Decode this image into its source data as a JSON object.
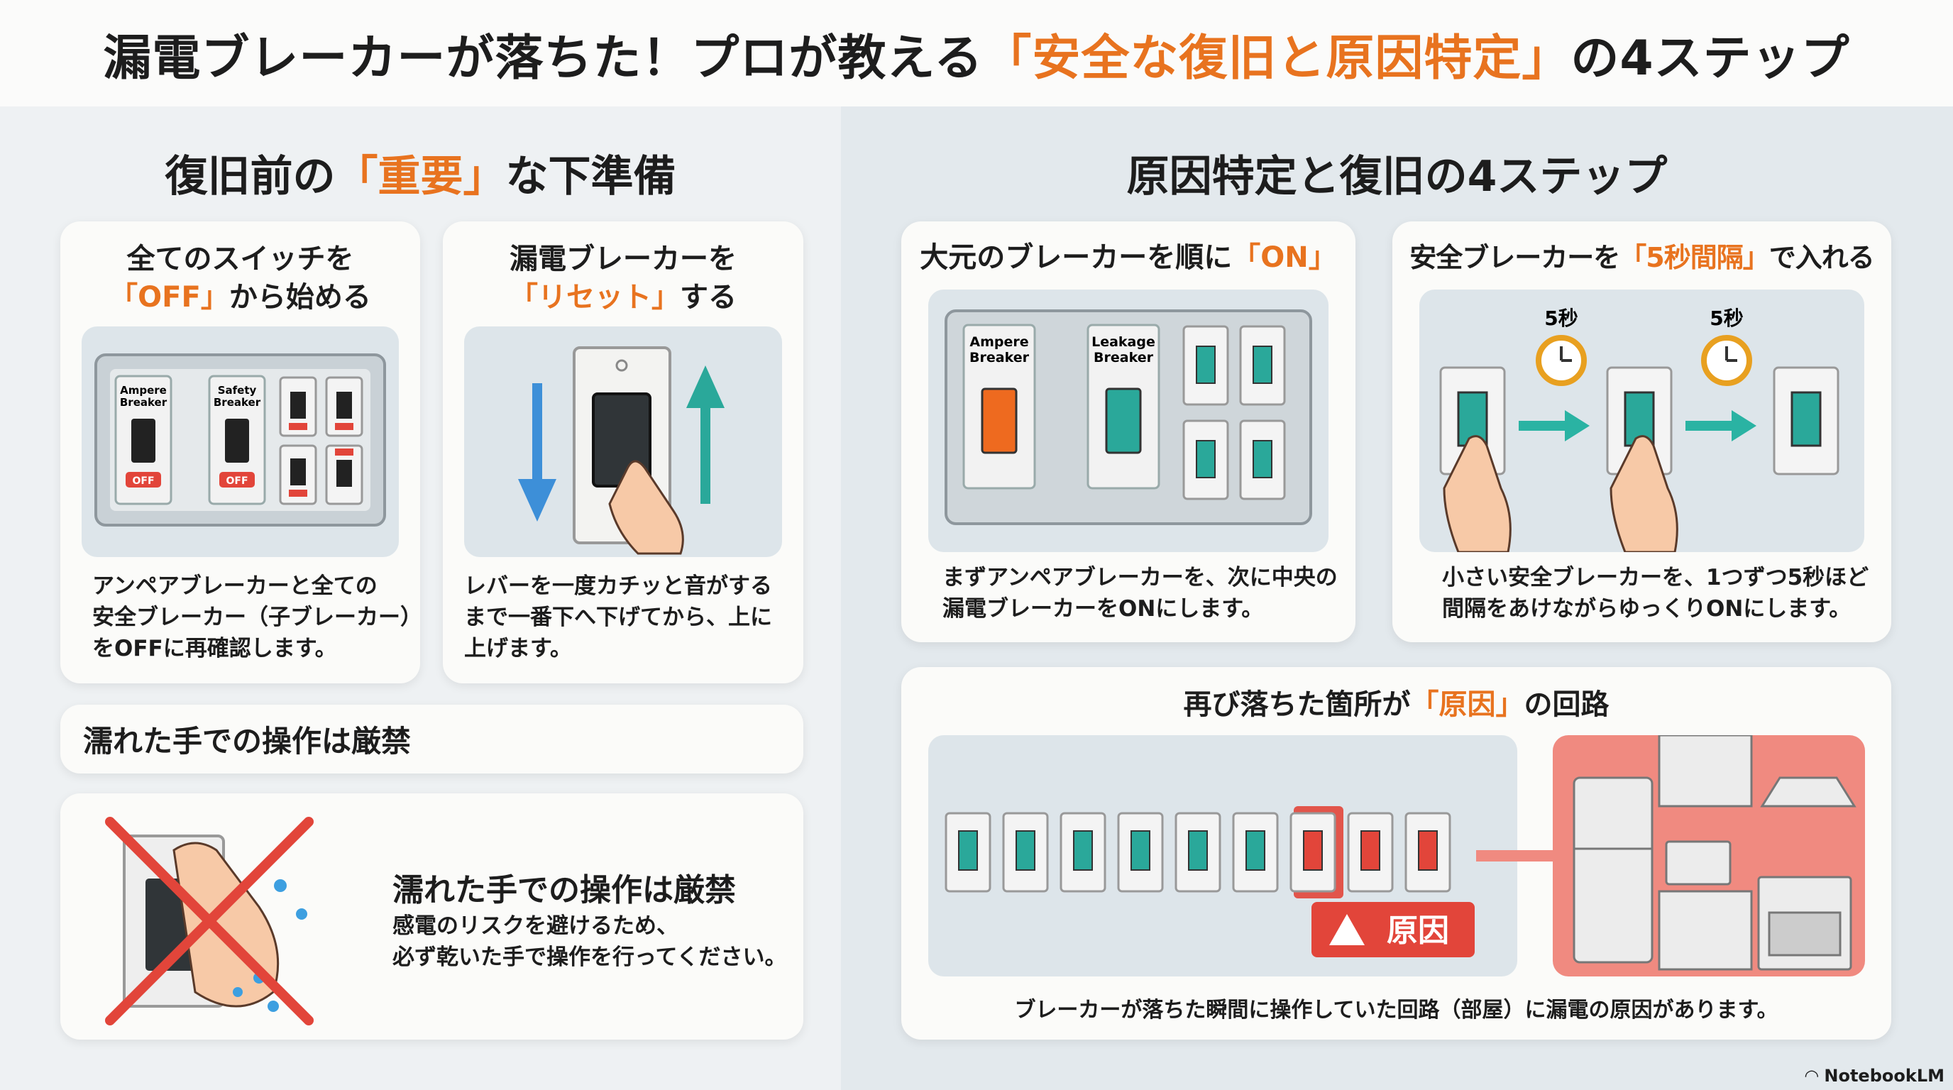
{
  "title": {
    "prefix": "漏電ブレーカーが落ちた！プロが教える",
    "highlight": "「安全な復旧と原因特定」",
    "suffix": "の4ステップ"
  },
  "left": {
    "heading": {
      "prefix": "復旧前の",
      "highlight": "「重要」",
      "suffix": "な下準備"
    },
    "card1": {
      "title_line1": "全てのスイッチを",
      "title_highlight": "「OFF」",
      "title_suffix": "から始める",
      "text": [
        "アンペアブレーカーと全ての",
        "安全ブレーカー（子ブレーカー）",
        "をOFFに再確認します。"
      ],
      "labels": {
        "ampere": [
          "Ampere",
          "Breaker"
        ],
        "safety": [
          "Safety",
          "Breaker"
        ],
        "off": "OFF"
      }
    },
    "card2": {
      "title_line1": "漏電ブレーカーを",
      "title_highlight": "「リセット」",
      "title_suffix": "する",
      "text": [
        "レバーを一度カチッと音がする",
        "まで一番下へ下げてから、上に",
        "上げます。"
      ]
    },
    "banner": "濡れた手での操作は厳禁",
    "card3": {
      "title": "濡れた手での操作は厳禁",
      "text": [
        "感電のリスクを避けるため、",
        "必ず乾いた手で操作を行ってください。"
      ]
    }
  },
  "right": {
    "heading": "原因特定と復旧の4ステップ",
    "card4": {
      "title_prefix": "大元のブレーカーを順に",
      "title_highlight": "「ON」",
      "text": [
        "まずアンペアブレーカーを、次に中央の",
        "漏電ブレーカーをONにします。"
      ],
      "labels": {
        "ampere": [
          "Ampere",
          "Breaker"
        ],
        "leakage": [
          "Leakage",
          "Breaker"
        ]
      }
    },
    "card5": {
      "title_prefix": "安全ブレーカーを",
      "title_highlight": "「5秒間隔」",
      "title_suffix": "で入れる",
      "text": [
        "小さい安全ブレーカーを、1つずつ5秒ほど",
        "間隔をあけながらゆっくりONにします。"
      ],
      "timer_label": "5秒"
    },
    "card6": {
      "title_prefix": "再び落ちた箇所が",
      "title_highlight": "「原因」",
      "title_suffix": "の回路",
      "cause_label": "原因",
      "caption": "ブレーカーが落ちた瞬間に操作していた回路（部屋）に漏電の原因があります。"
    }
  },
  "footer": {
    "brand": "NotebookLM"
  },
  "colors": {
    "accent": "#e8731f",
    "teal": "#2aa89a",
    "red": "#e2453a"
  }
}
